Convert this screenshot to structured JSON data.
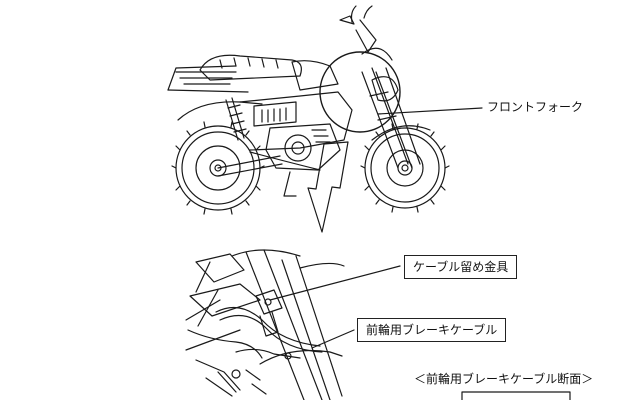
{
  "labels": {
    "front_fork": "フロントフォーク",
    "cable_clamp": "ケーブル留め金具",
    "front_brake_cable": "前輪用ブレーキケーブル",
    "cross_section": "＜前輪用ブレーキケーブル断面＞"
  },
  "colors": {
    "line": "#1a1a1a",
    "background": "#ffffff"
  }
}
